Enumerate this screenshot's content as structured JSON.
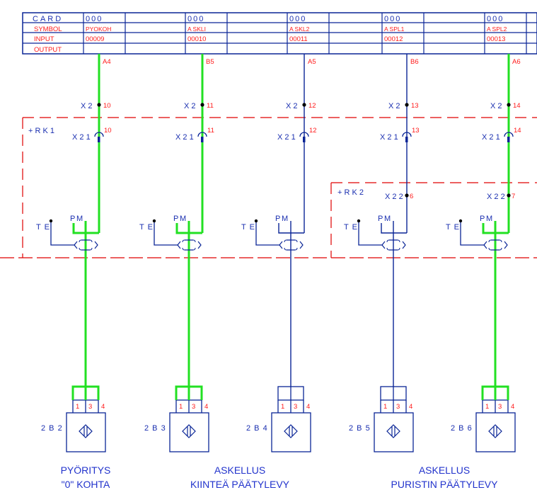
{
  "colors": {
    "wire_blue": "#0a2596",
    "wire_green": "#22e022",
    "boundary_red": "#e00000",
    "label_blue": "#1a2fb0",
    "label_red": "#ff1a1a"
  },
  "io_table": {
    "row_labels": [
      "CARD",
      "SYMBOL",
      "INPUT",
      "OUTPUT"
    ],
    "columns": [
      {
        "card": "000",
        "symbol": "PYOKOH",
        "input": "00009"
      },
      {
        "card": "000",
        "symbol": "A SKLI",
        "input": "00010"
      },
      {
        "card": "000",
        "symbol": "A SKL2",
        "input": "00011"
      },
      {
        "card": "000",
        "symbol": "A SPL1",
        "input": "00012"
      },
      {
        "card": "000",
        "symbol": "A SPL2",
        "input": "00013"
      }
    ]
  },
  "enclosures": [
    {
      "label": "+ R K 1"
    },
    {
      "label": "+ R K 2"
    }
  ],
  "channels": [
    {
      "wire_id": "A4",
      "active": true,
      "terminal_x2": "X 2",
      "x2_num": "10",
      "terminal_x21": "X 2 1",
      "x21_num": "10",
      "extra_terminal": null,
      "extra_num": null,
      "te": "T E",
      "p": "P",
      "m": "M",
      "sensor": "2 B 2",
      "pins": [
        "1",
        "3",
        "4"
      ]
    },
    {
      "wire_id": "B5",
      "active": true,
      "terminal_x2": "X 2",
      "x2_num": "11",
      "terminal_x21": "X 2 1",
      "x21_num": "11",
      "extra_terminal": null,
      "extra_num": null,
      "te": "T E",
      "p": "P",
      "m": "M",
      "sensor": "2 B 3",
      "pins": [
        "1",
        "3",
        "4"
      ]
    },
    {
      "wire_id": "A5",
      "active": false,
      "terminal_x2": "X 2",
      "x2_num": "12",
      "terminal_x21": "X 2 1",
      "x21_num": "12",
      "extra_terminal": null,
      "extra_num": null,
      "te": "T E",
      "p": "P",
      "m": "M",
      "sensor": "2 B 4",
      "pins": [
        "1",
        "3",
        "4"
      ]
    },
    {
      "wire_id": "B6",
      "active": false,
      "terminal_x2": "X 2",
      "x2_num": "13",
      "terminal_x21": "X 2 1",
      "x21_num": "13",
      "extra_terminal": "X 2 2",
      "extra_num": "6",
      "te": "T E",
      "p": "P",
      "m": "M",
      "sensor": "2 B 5",
      "pins": [
        "1",
        "3",
        "4"
      ]
    },
    {
      "wire_id": "A6",
      "active": true,
      "terminal_x2": "X 2",
      "x2_num": "14",
      "terminal_x21": "X 2 1",
      "x21_num": "14",
      "extra_terminal": "X 2 2",
      "extra_num": "7",
      "te": "T E",
      "p": "P",
      "m": "M",
      "sensor": "2 B 6",
      "pins": [
        "1",
        "3",
        "4"
      ]
    }
  ],
  "captions": [
    {
      "line1": "PYÖRITYS",
      "line2": "\"0\" KOHTA"
    },
    {
      "line1": "ASKELLUS",
      "line2": "KIINTEÄ PÄÄTYLEVY"
    },
    {
      "line1": "ASKELLUS",
      "line2": "PURISTIN PÄÄTYLEVY"
    }
  ]
}
